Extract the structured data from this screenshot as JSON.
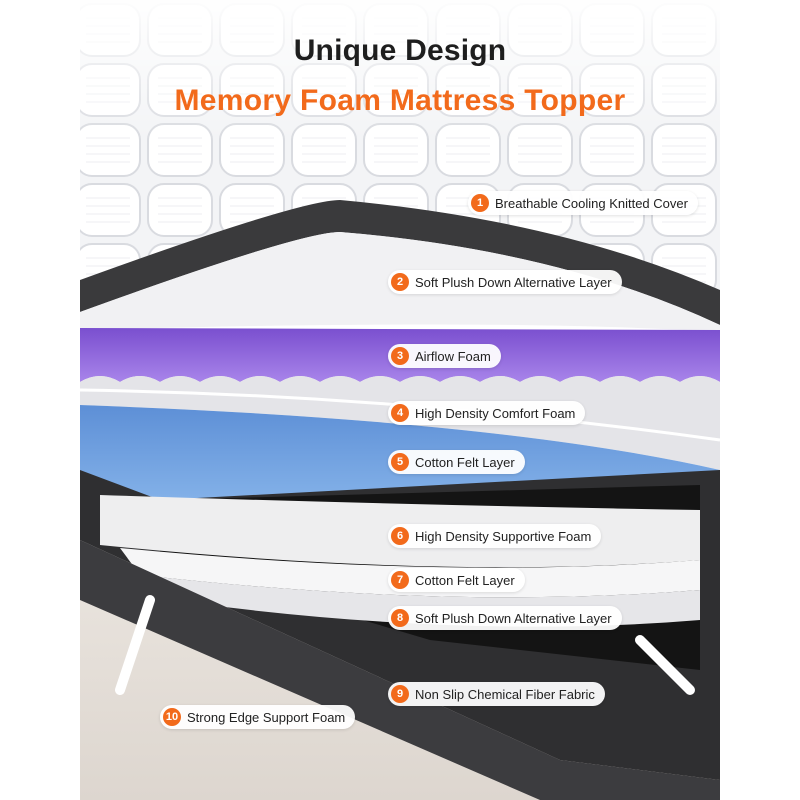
{
  "header": {
    "title": "Unique Design",
    "subtitle": "Memory Foam Mattress Topper"
  },
  "colors": {
    "accent": "#f26a1b",
    "airflow_foam": "#8a5fd6",
    "cotton_felt": "#6ea0dc",
    "border_fabric": "#3a3a3c",
    "base": "#e8e2dc"
  },
  "layers": [
    {
      "number": "1",
      "label": "Breathable Cooling Knitted Cover"
    },
    {
      "number": "2",
      "label": "Soft Plush Down Alternative Layer"
    },
    {
      "number": "3",
      "label": "Airflow Foam"
    },
    {
      "number": "4",
      "label": "High Density Comfort Foam"
    },
    {
      "number": "5",
      "label": "Cotton Felt Layer"
    },
    {
      "number": "6",
      "label": "High Density Supportive Foam"
    },
    {
      "number": "7",
      "label": "Cotton Felt Layer"
    },
    {
      "number": "8",
      "label": "Soft Plush Down Alternative Layer"
    },
    {
      "number": "9",
      "label": "Non Slip Chemical Fiber Fabric"
    },
    {
      "number": "10",
      "label": "Strong Edge Support Foam"
    }
  ]
}
